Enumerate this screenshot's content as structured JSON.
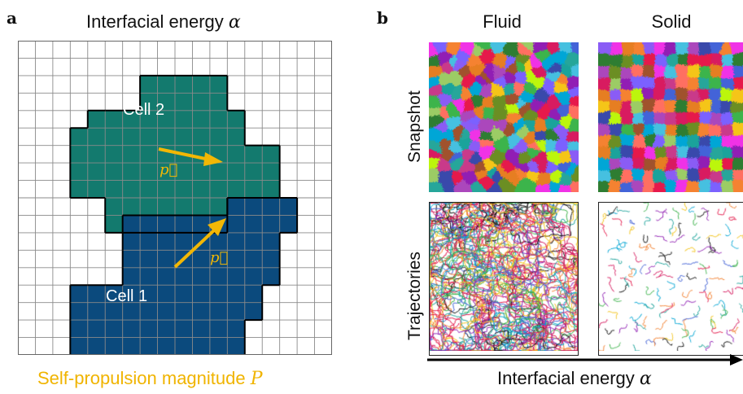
{
  "panel_a": {
    "letter": "a",
    "title_text": "Interfacial energy ",
    "title_symbol": "α",
    "cell2_label": "Cell 2",
    "cell1_label": "Cell 1",
    "p_vector": "p⃗",
    "bottom_text": "Self-propulsion magnitude ",
    "bottom_symbol": "P",
    "colors": {
      "cell2": "#137a6e",
      "cell1": "#0b4a7d",
      "arrow": "#f2b705",
      "grid": "#8a8a8a"
    }
  },
  "panel_b": {
    "letter": "b",
    "col_fluid": "Fluid",
    "col_solid": "Solid",
    "row_snapshot": "Snapshot",
    "row_trajectories": "Trajectories",
    "axis_text": "Interfacial energy ",
    "axis_symbol": "α"
  }
}
